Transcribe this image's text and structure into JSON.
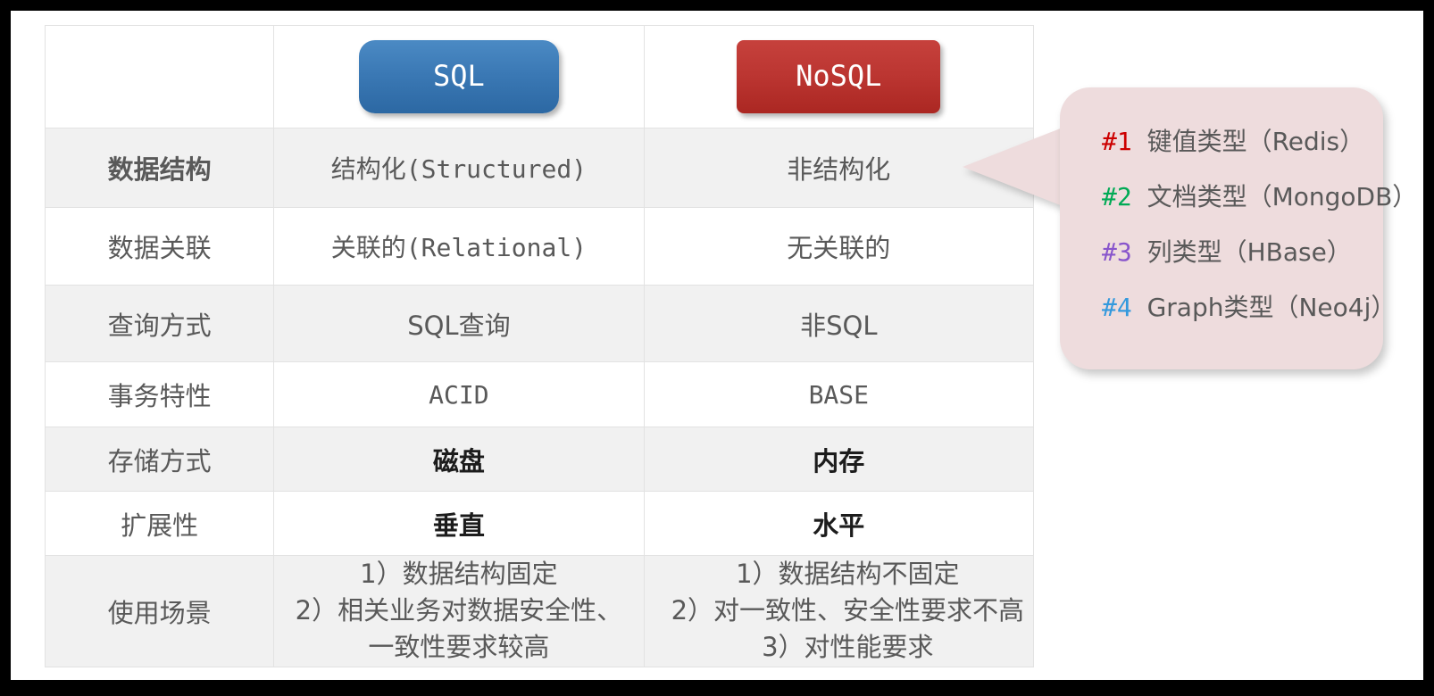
{
  "table": {
    "columns": [
      "",
      "SQL",
      "NoSQL"
    ],
    "header": {
      "sql_label": "SQL",
      "nosql_label": "NoSQL",
      "sql_color": "#3b79b5",
      "nosql_color": "#bb3531"
    },
    "rows": [
      {
        "key": "数据结构",
        "sql": "结构化(Structured)",
        "nosql": "非结构化"
      },
      {
        "key": "数据关联",
        "sql": "关联的(Relational)",
        "nosql": "无关联的"
      },
      {
        "key": "查询方式",
        "sql": "SQL查询",
        "nosql": "非SQL"
      },
      {
        "key": "事务特性",
        "sql": "ACID",
        "nosql": "BASE"
      },
      {
        "key": "存储方式",
        "sql": "磁盘",
        "nosql": "内存"
      },
      {
        "key": "扩展性",
        "sql": "垂直",
        "nosql": "水平"
      }
    ],
    "scenario_row": {
      "key": "使用场景",
      "sql_lines": [
        "1）数据结构固定",
        "2）相关业务对数据安全性、",
        "一致性要求较高"
      ],
      "nosql_lines": [
        "1）数据结构不固定",
        "2）对一致性、安全性要求不高",
        "3）对性能要求"
      ]
    }
  },
  "callout": {
    "background_color": "#eedcdd",
    "items": [
      {
        "num": "#1",
        "num_color": "#cc0000",
        "text": "键值类型（Redis）"
      },
      {
        "num": "#2",
        "num_color": "#00aa55",
        "text": "文档类型（MongoDB）"
      },
      {
        "num": "#3",
        "num_color": "#8855cc",
        "text": "列类型（HBase）"
      },
      {
        "num": "#4",
        "num_color": "#3399dd",
        "text": "Graph类型（Neo4j）"
      }
    ]
  }
}
